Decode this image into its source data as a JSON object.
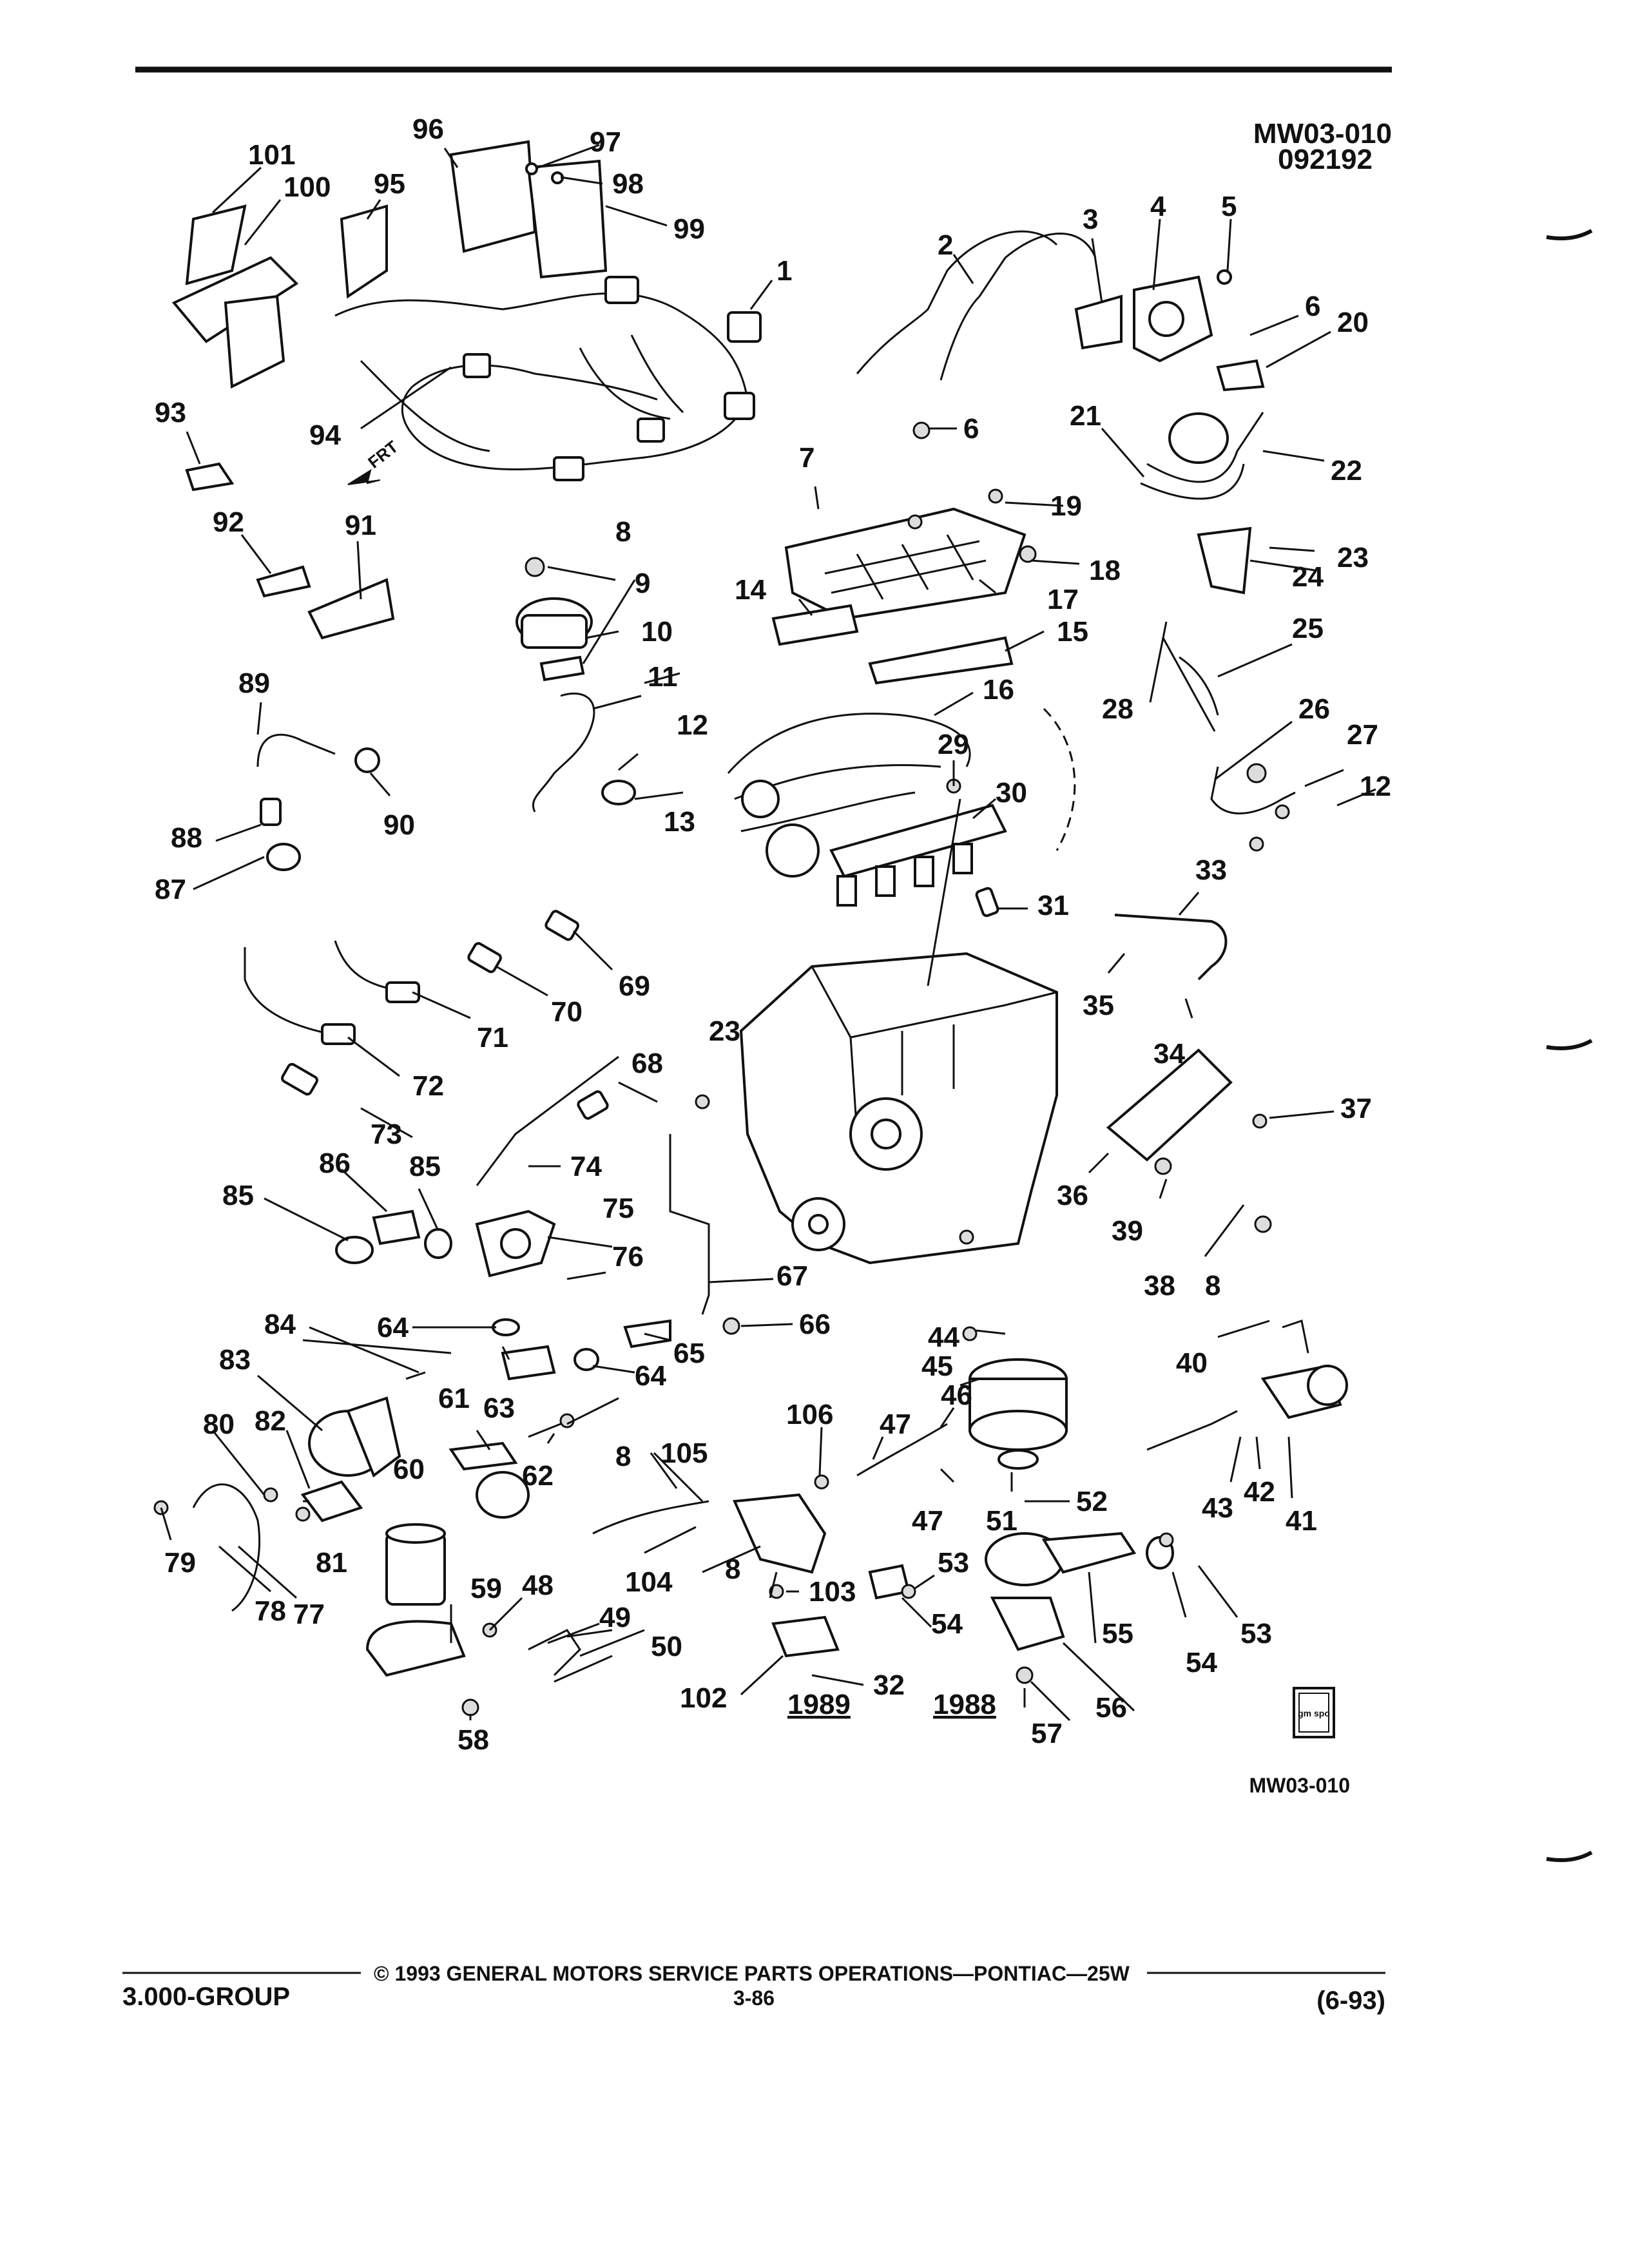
{
  "header": {
    "diagram_id": "MW03-010",
    "date_code": "092192"
  },
  "footer": {
    "group": "3.000-GROUP",
    "copyright": "© 1993 GENERAL MOTORS SERVICE PARTS OPERATIONS—PONTIAC—25W",
    "page_number": "3-86",
    "revision": "(6-93)",
    "figure_ref": "MW03-010"
  },
  "labels": {
    "front_arrow": "FRT",
    "year_1989": "1989",
    "year_1988": "1988",
    "gm_spo_mark": "gm spo"
  },
  "callouts": [
    "1",
    "2",
    "3",
    "4",
    "5",
    "6",
    "6",
    "7",
    "8",
    "8",
    "8",
    "8",
    "9",
    "10",
    "11",
    "12",
    "12",
    "13",
    "14",
    "15",
    "16",
    "17",
    "18",
    "19",
    "20",
    "21",
    "22",
    "23",
    "23",
    "24",
    "25",
    "26",
    "27",
    "28",
    "29",
    "30",
    "31",
    "32",
    "33",
    "34",
    "35",
    "36",
    "37",
    "38",
    "39",
    "40",
    "41",
    "42",
    "43",
    "44",
    "45",
    "46",
    "47",
    "47",
    "48",
    "49",
    "50",
    "51",
    "52",
    "53",
    "53",
    "54",
    "54",
    "55",
    "56",
    "57",
    "58",
    "59",
    "60",
    "61",
    "62",
    "63",
    "64",
    "64",
    "65",
    "66",
    "67",
    "68",
    "69",
    "70",
    "71",
    "72",
    "73",
    "74",
    "75",
    "76",
    "77",
    "78",
    "79",
    "80",
    "81",
    "82",
    "83",
    "84",
    "85",
    "85",
    "86",
    "87",
    "88",
    "89",
    "90",
    "91",
    "92",
    "93",
    "94",
    "95",
    "96",
    "97",
    "98",
    "99",
    "100",
    "101",
    "102",
    "103",
    "104",
    "105",
    "106"
  ]
}
